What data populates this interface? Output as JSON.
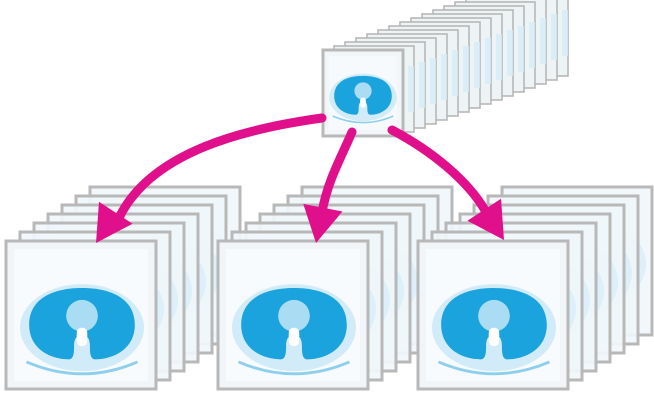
{
  "diagram": {
    "source_stack": {
      "icon": "chest-ct-slice-icon",
      "slice_count": 16
    },
    "target_stacks": [
      {
        "icon": "chest-ct-slice-icon",
        "slice_count": 7
      },
      {
        "icon": "chest-ct-slice-icon",
        "slice_count": 7
      },
      {
        "icon": "chest-ct-slice-icon",
        "slice_count": 7
      }
    ],
    "arrows": [
      {
        "from": "source_stack",
        "to": "target_stack_1"
      },
      {
        "from": "source_stack",
        "to": "target_stack_2"
      },
      {
        "from": "source_stack",
        "to": "target_stack_3"
      }
    ],
    "colors": {
      "frame": "#b8b8b8",
      "frame_face": "#f4f7f9",
      "organ_dark": "#1aa3dd",
      "organ_light": "#aadcf3",
      "glow": "#cde9f7",
      "arrow": "#e0108c"
    }
  }
}
